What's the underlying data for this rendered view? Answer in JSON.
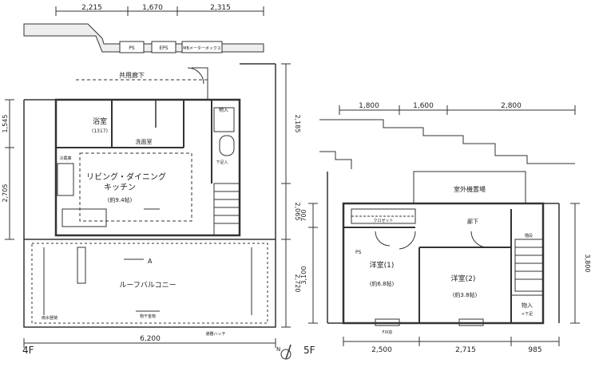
{
  "floor_4f": {
    "label": "4F",
    "top_dims": [
      "2,215",
      "1,670",
      "2,315"
    ],
    "left_dims": [
      "1,545",
      "2,705"
    ],
    "right_dims": [
      "2,185",
      "2,065",
      "2,720"
    ],
    "bottom_dim": "6,200",
    "rooms": {
      "corridor": "共用廊下",
      "bath": "浴室",
      "bath_size": "(1317)",
      "washroom": "洗面室",
      "ldk_line1": "リビング・ダイニング",
      "ldk_line2": "キッチン",
      "ldk_size": "(約9.4帖)",
      "roof_balcony": "ルーフバルコニー",
      "storage": "物入",
      "refrigerator": "冷蔵庫",
      "shoe_box": "下足入"
    },
    "services": {
      "ps1": "PS",
      "eps": "EPS",
      "meter_box": "MBメーターボックス"
    },
    "section_mark": "A",
    "bottom_labels": [
      "雨水竪樋",
      "物干金物",
      "避難ハッチ"
    ]
  },
  "floor_5f": {
    "label": "5F",
    "top_dims": [
      "1,800",
      "1,600",
      "2,800"
    ],
    "left_dims": [
      "700",
      "3,100"
    ],
    "right_dims": [
      "3,800"
    ],
    "bottom_dims": [
      "2,500",
      "2,715",
      "985"
    ],
    "rooms": {
      "outdoor_unit": "室外機置場",
      "hall": "廊下",
      "closet": "クロゼット",
      "western1": "洋室(1)",
      "western1_size": "(約6.8帖)",
      "western2": "洋室(2)",
      "western2_size": "(約3.8帖)",
      "storage": "物入",
      "storage_note": "+下足"
    },
    "labels": {
      "ps": "PS",
      "window": "FIX窓",
      "stair": "階段"
    }
  },
  "compass": "N"
}
